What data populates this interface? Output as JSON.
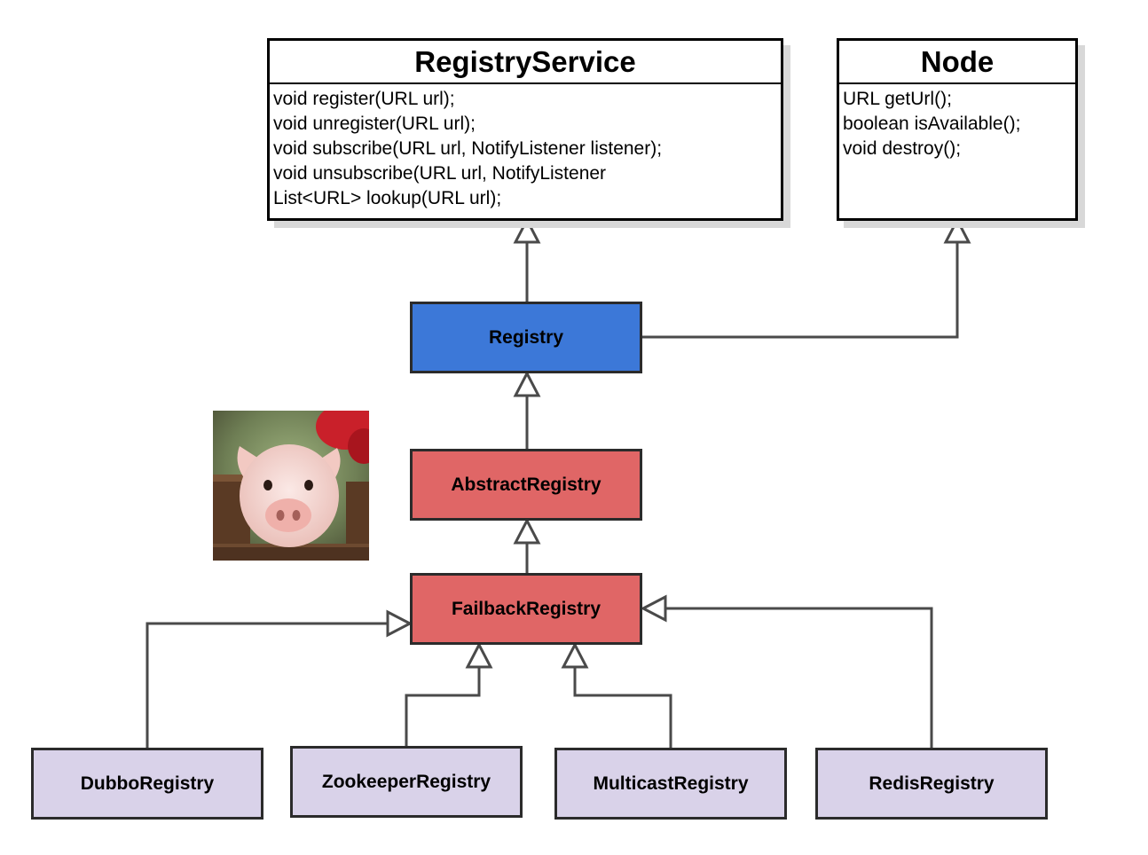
{
  "classes": {
    "registry_service": {
      "title": "RegistryService",
      "methods": [
        "void register(URL url);",
        "void unregister(URL url);",
        "void subscribe(URL url, NotifyListener listener);",
        "void unsubscribe(URL url, NotifyListener",
        "List<URL> lookup(URL url);"
      ]
    },
    "node": {
      "title": "Node",
      "methods": [
        "URL getUrl();",
        "boolean isAvailable();",
        "void destroy();"
      ]
    },
    "registry": {
      "label": "Registry",
      "color": "#3c78d8"
    },
    "abstract_registry": {
      "label": "AbstractRegistry",
      "color": "#e06666"
    },
    "failback_registry": {
      "label": "FailbackRegistry",
      "color": "#e06666"
    },
    "dubbo_registry": {
      "label": "DubboRegistry",
      "color": "#d9d2e9"
    },
    "zookeeper_registry": {
      "label": "ZookeeperRegistry",
      "color": "#d9d2e9"
    },
    "multicast_registry": {
      "label": "MulticastRegistry",
      "color": "#d9d2e9"
    },
    "redis_registry": {
      "label": "RedisRegistry",
      "color": "#d9d2e9"
    }
  },
  "relations": [
    {
      "from": "Registry",
      "to": "RegistryService",
      "type": "generalization"
    },
    {
      "from": "Registry",
      "to": "Node",
      "type": "generalization"
    },
    {
      "from": "AbstractRegistry",
      "to": "Registry",
      "type": "generalization"
    },
    {
      "from": "FailbackRegistry",
      "to": "AbstractRegistry",
      "type": "generalization"
    },
    {
      "from": "DubboRegistry",
      "to": "FailbackRegistry",
      "type": "generalization"
    },
    {
      "from": "ZookeeperRegistry",
      "to": "FailbackRegistry",
      "type": "generalization"
    },
    {
      "from": "MulticastRegistry",
      "to": "FailbackRegistry",
      "type": "generalization"
    },
    {
      "from": "RedisRegistry",
      "to": "FailbackRegistry",
      "type": "generalization"
    }
  ],
  "image": {
    "subject": "piglet-photo"
  },
  "style": {
    "line_color": "#4a4a4a",
    "arrowhead_fill": "#ffffff"
  }
}
